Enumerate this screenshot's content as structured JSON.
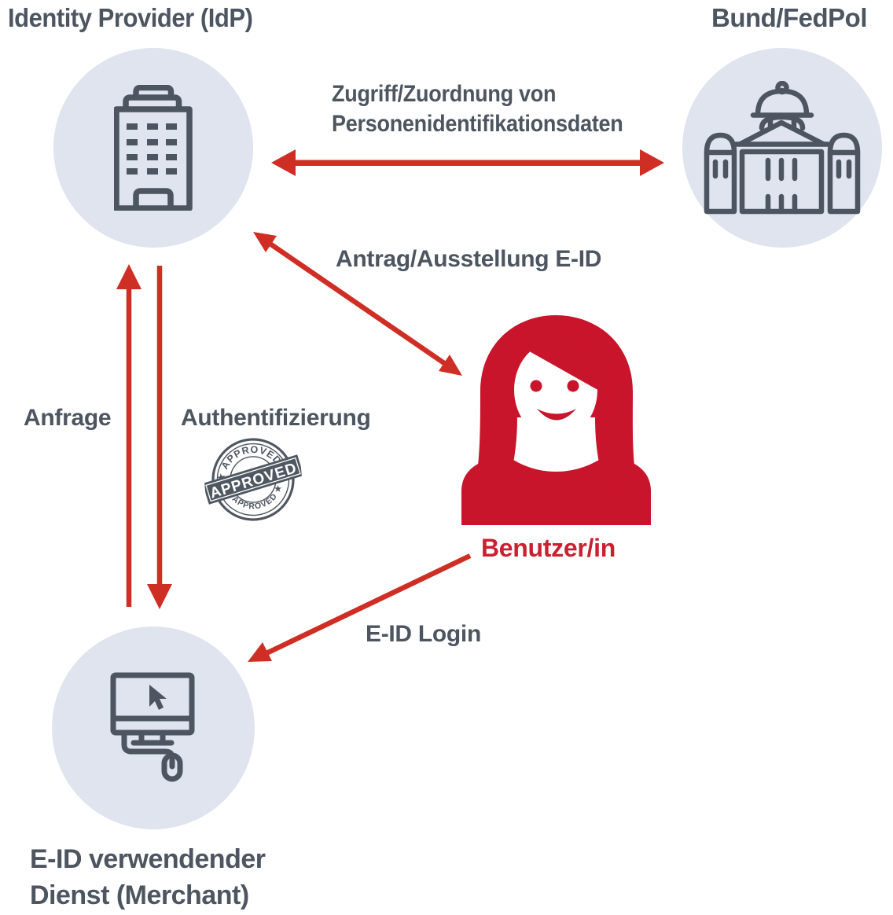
{
  "colors": {
    "background": "#ffffff",
    "node_circle_fill": "#dfe4ee",
    "icon_stroke": "#4c5560",
    "text_slate": "#4c5560",
    "arrow_red": "#cf2e24",
    "figure_red": "#c9152b",
    "user_label_red": "#cb2030",
    "stamp_gray": "#4f5761"
  },
  "titles": {
    "idp": "Identity Provider (IdP)",
    "fedpol": "Bund/FedPol"
  },
  "labels": {
    "zugriff_line1": "Zugriff/Zuordnung von",
    "zugriff_line2": "Personenidentifikationsdaten",
    "antrag": "Antrag/Ausstellung E-ID",
    "anfrage": "Anfrage",
    "authentifizierung": "Authentifizierung",
    "eid_login": "E-ID Login",
    "benutzer": "Benutzer/in",
    "merchant_line1": "E-ID verwendender",
    "merchant_line2": "Dienst (Merchant)"
  },
  "stamp": {
    "top": "★ APPROVED ★",
    "banner": "APPROVED",
    "bottom": "★ APPROVED ★"
  },
  "icons": {
    "idp": "office-building-icon",
    "fedpol": "federal-palace-icon",
    "merchant": "computer-with-mouse-icon",
    "user": "woman-user-figure",
    "stamp": "approved-stamp"
  }
}
